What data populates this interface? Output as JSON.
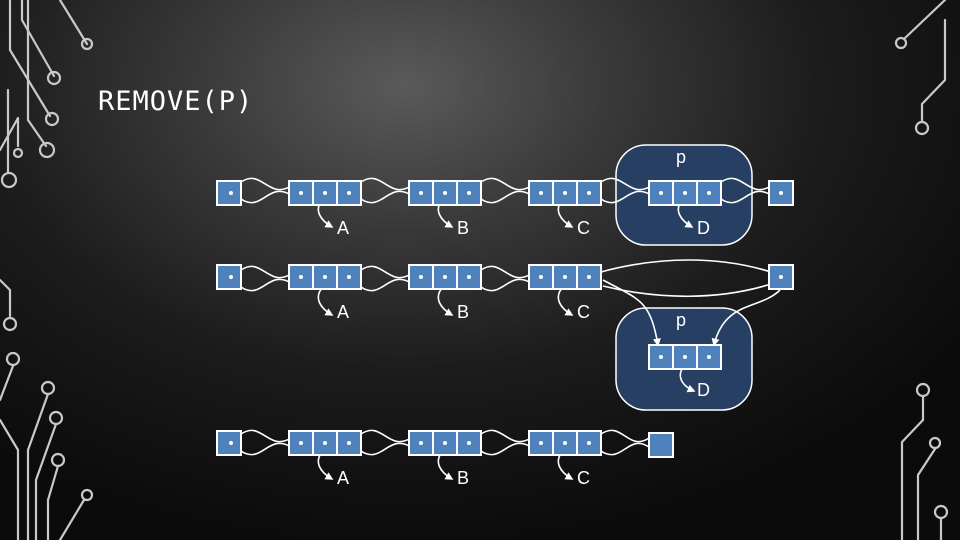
{
  "slide": {
    "title": "REMOVE(P)"
  },
  "diagram": {
    "before": {
      "nodes": [
        "A",
        "B",
        "C",
        "D"
      ],
      "pointer": "p"
    },
    "unlinking": {
      "nodes": [
        "A",
        "B",
        "C",
        "D"
      ],
      "pointer": "p"
    },
    "after": {
      "nodes": [
        "A",
        "B",
        "C"
      ]
    }
  },
  "colors": {
    "cell": "#4f81bd",
    "highlight": "#263f62",
    "link": "#ffffff",
    "text": "#ffffff"
  }
}
